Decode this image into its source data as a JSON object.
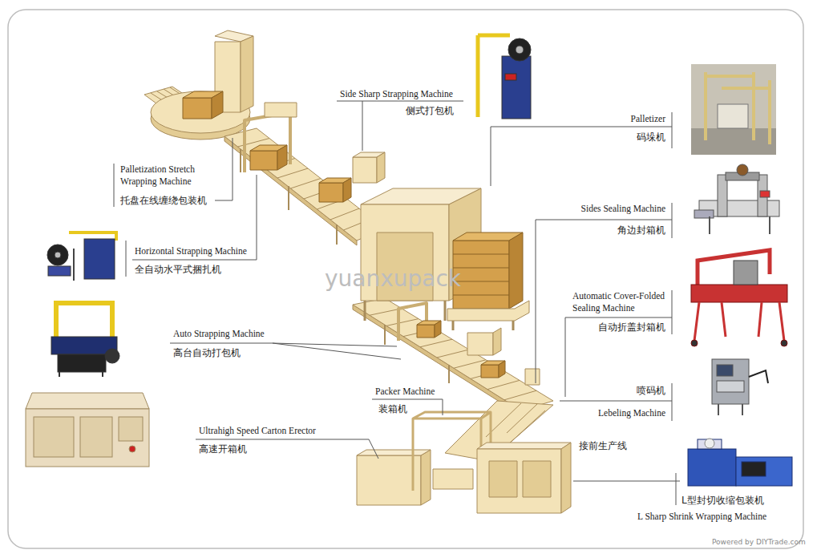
{
  "diagram": {
    "labels": [
      "Side Sharp Strapping Machine",
      "侧式打包机",
      "Palletizer",
      "码垛机",
      "Palletization Stretch Wrapping Machine",
      "托盘在线缠绕包装机",
      "Sides Sealing Machine",
      "角边封箱机",
      "Horizontal Strapping Machine",
      "全自动水平式捆扎机",
      "yuanxupack",
      "Automatic Cover-Folded Sealing Machine",
      "自动折盖封箱机",
      "Auto Strapping Machine",
      "高台自动打包机",
      "Packer Machine",
      "装箱机",
      "喷码机",
      "Lebeling Machine",
      "Ultrahigh Speed Carton Erector",
      "高速开箱机",
      "接前生产线",
      "L型封切收缩包装机",
      "L Sharp Shrink Wrapping Machine",
      "Powered by DIYTrade.com"
    ]
  }
}
